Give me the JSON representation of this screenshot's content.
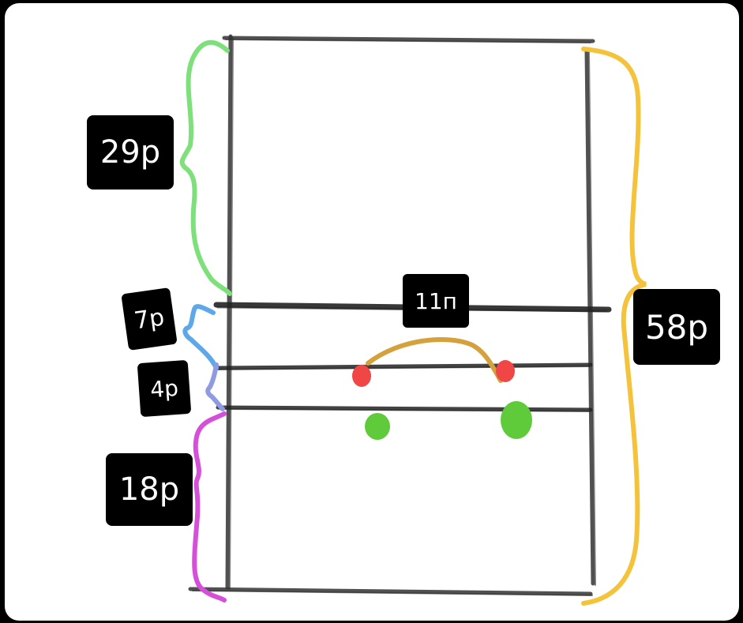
{
  "labels": {
    "top_margin": "29p",
    "upper_line": "7p",
    "line_gap": "4p",
    "bottom_margin": "18p",
    "line_label": "11п",
    "total_height": "58p"
  },
  "colors": {
    "background": "#000000",
    "canvas": "#ffffff",
    "frame": "#333333",
    "green_brace": "#7ee07a",
    "yellow_brace": "#f5c33b",
    "magenta_brace": "#d64fd9",
    "blue_brace": "#5ea8ea",
    "lavender_brace": "#8f9be0",
    "orange_arc": "#d4a13c",
    "red_mark": "#f04646",
    "green_mark": "#5fca3a"
  }
}
